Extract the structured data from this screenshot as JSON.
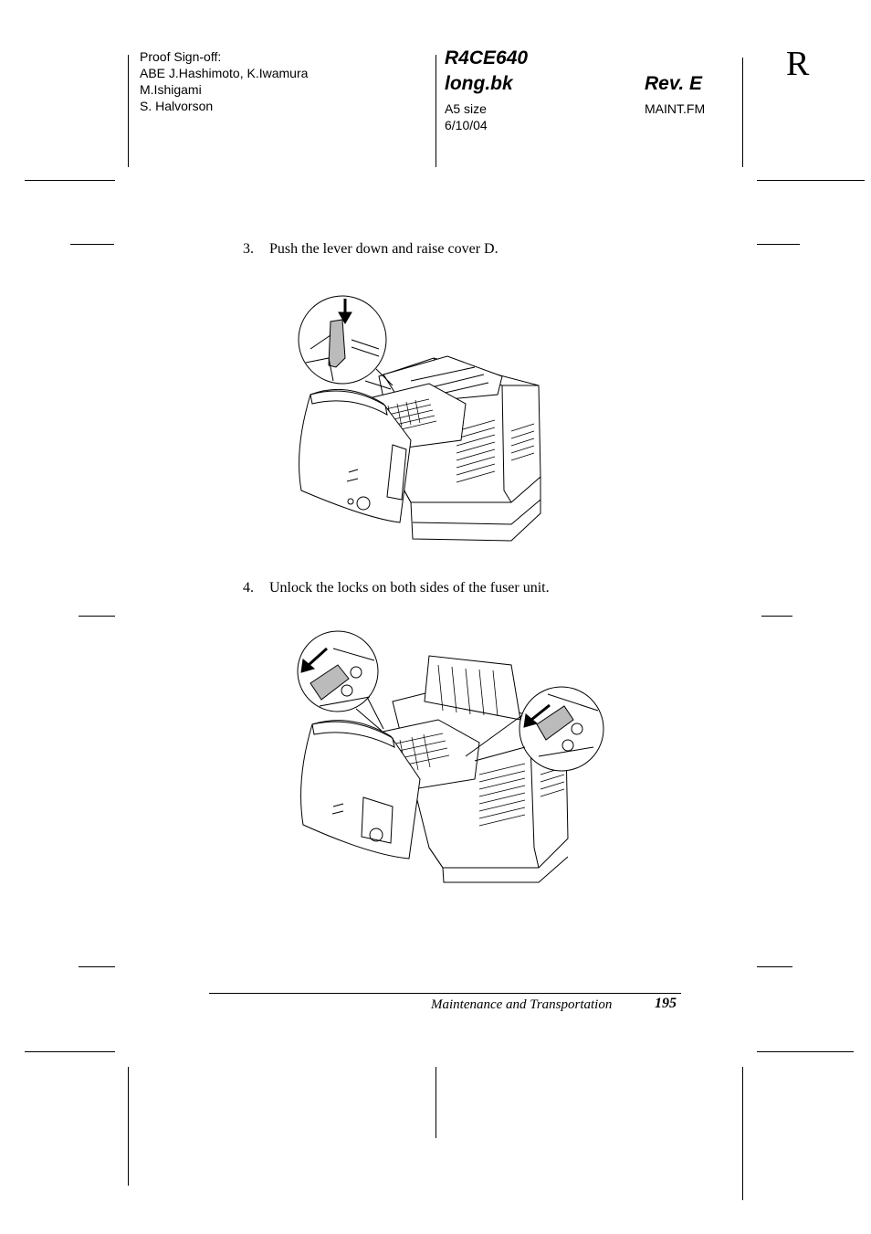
{
  "header": {
    "proof_lines": [
      "Proof Sign-off:",
      "ABE J.Hashimoto, K.Iwamura",
      "M.Ishigami",
      "S. Halvorson"
    ],
    "model": "R4CE640",
    "book": "long.bk",
    "revision": "Rev. E",
    "size": "A5 size",
    "date": "6/10/04",
    "file": "MAINT.FM",
    "corner_letter": "R"
  },
  "steps": [
    {
      "number": "3.",
      "text": "Push the lever down and raise cover D."
    },
    {
      "number": "4.",
      "text": "Unlock the locks on both sides of the fuser unit."
    }
  ],
  "footer": {
    "section": "Maintenance and Transportation",
    "page": "195"
  }
}
